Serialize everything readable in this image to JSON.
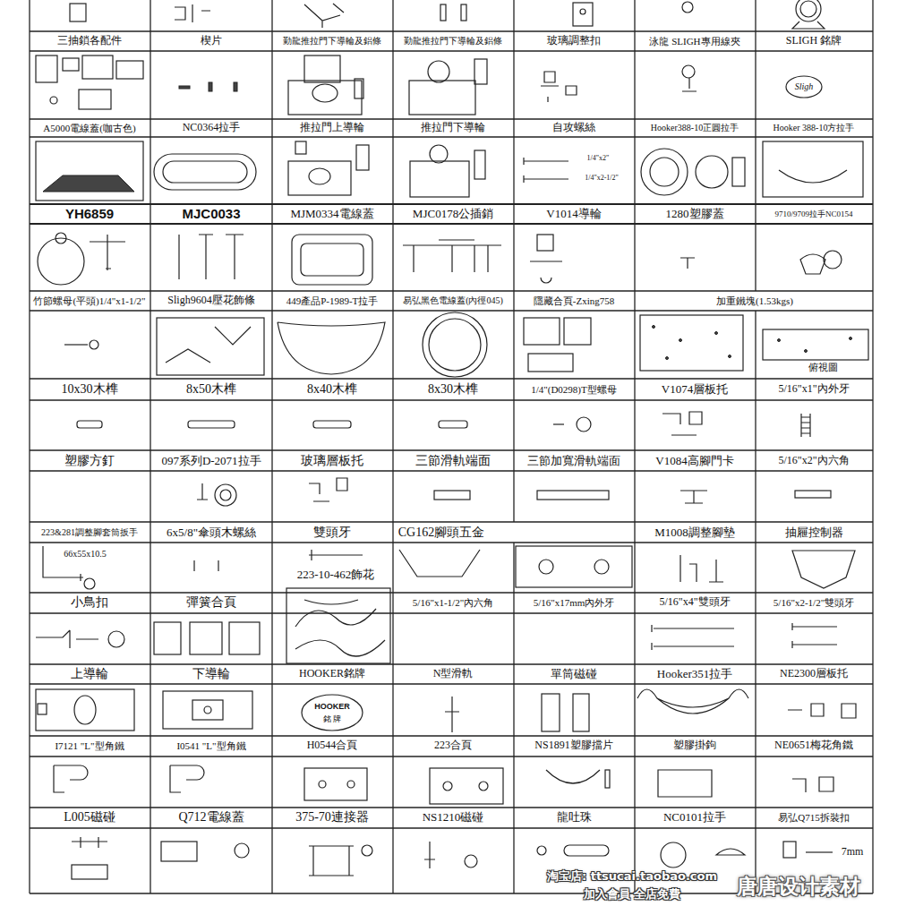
{
  "diagram": {
    "labels": [
      "三抽鎖各配件",
      "楔片",
      "勤龍推拉門下導輪及鋁條",
      "勤龍推拉門下導輪及鋁條",
      "玻璃調整扣",
      "泳龍 SLIGH專用線夾",
      "SLIGH 銘牌",
      "Sligh",
      "A5000電線蓋(咖古色)",
      "NC0364拉手",
      "推拉門上導輪",
      "推拉門下導輪",
      "自攻螺絲",
      "Hooker388-10正圓拉手",
      "Hooker  388-10方拉手",
      "1/4\"x2\"",
      "1/4\"x2-1/2\"",
      "YH6859",
      "MJC0033",
      "MJM0334電線蓋",
      "MJC0178公插銷",
      "V1014導輪",
      "1280塑膠蓋",
      "9710/9709拉手NC0154",
      "竹節螺母(平頭)1/4\"x1-1/2\"",
      "Sligh9604壓花飾條",
      "449產品P-1989-T拉手",
      "易弘黑色電線蓋(內徑045)",
      "隱藏合頁-Zxing758",
      "加重鐵塊(1.53kgs)",
      "俯視圖",
      "10x30木榫",
      "8x50木榫",
      "8x40木榫",
      "8x30木榫",
      "1/4\"(D0298)T型螺母",
      "V1074層板托",
      "5/16\"x1\"內外牙",
      "塑膠方釘",
      "097系列D-2071拉手",
      "玻璃層板托",
      "三節滑軌端面",
      "三節加寬滑軌端面",
      "V1084高腳門卡",
      "5/16\"x2\"內六角",
      "223&281調整腳套筒扳手",
      "6x5/8\"傘頭木螺絲",
      "雙頭牙",
      "CG162腳頭五金",
      "M1008調整腳墊",
      "抽屜控制器",
      "66x55x10.5",
      "223-10-462飾花",
      "小鳥扣",
      "彈簧合頁",
      "5/16\"x1-1/2\"內六角",
      "5/16\"x17mm內外牙",
      "5/16\"x4\"雙頭牙",
      "5/16\"x2-1/2\"雙頭牙",
      "上導輪",
      "下導輪",
      "HOOKER銘牌",
      "N型滑軌",
      "單筒磁碰",
      "Hooker351拉手",
      "NE2300層板托",
      "HOOKER",
      "銘 牌",
      "I7121 \"L\"型角鐵",
      "I0541 \"L\"型角鐵",
      "H0544合頁",
      "223合頁",
      "NS1891塑膠擋片",
      "塑膠掛鉤",
      "NE0651梅花角鐵",
      "L005磁碰",
      "Q712電線蓋",
      "375-70連接器",
      "NS1210磁碰",
      "龍吐珠",
      "NC0101拉手",
      "易弘Q715拆裝扣",
      "7mm",
      "淘宝店: ttsucai.taobao.com",
      "加入會員 全店免費",
      "唐唐设计素材"
    ]
  }
}
